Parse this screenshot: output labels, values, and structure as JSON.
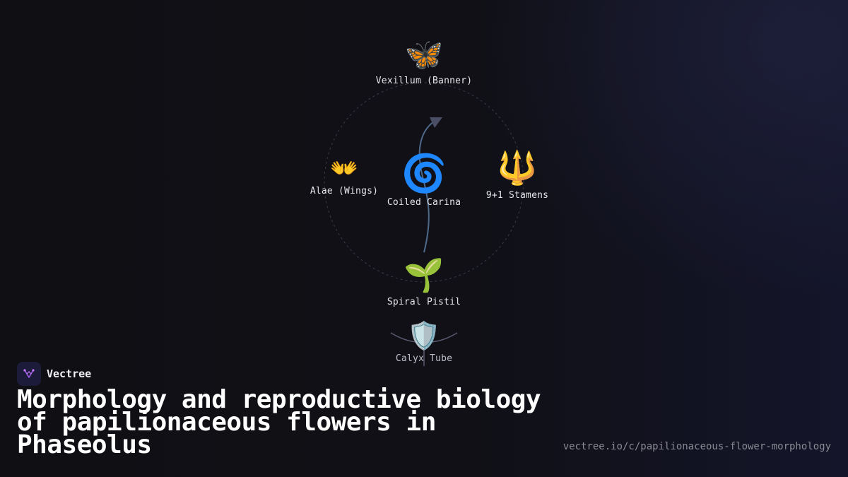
{
  "brand": {
    "name": "Vectree"
  },
  "title": "Morphology and reproductive biology of papilionaceous flowers in Phaseolus",
  "url": "vectree.io/c/papilionaceous-flower-morphology",
  "diagram": {
    "nodes": {
      "banner": {
        "label": "Vexillum (Banner)",
        "icon": "butterfly-icon",
        "glyph": "🦋"
      },
      "wings": {
        "label": "Alae (Wings)",
        "icon": "open-hands-icon",
        "glyph": "👐"
      },
      "carina": {
        "label": "Coiled Carina",
        "icon": "spiral-icon",
        "glyph": "🌀"
      },
      "stamens": {
        "label": "9+1 Stamens",
        "icon": "trident-icon",
        "glyph": "🔱"
      },
      "pistil": {
        "label": "Spiral Pistil",
        "icon": "seedling-icon",
        "glyph": "🌱"
      },
      "calyx": {
        "label": "Calyx Tube",
        "icon": "shield-icon",
        "glyph": "🛡️"
      }
    }
  },
  "colors": {
    "background": "#0f0f14",
    "ring": "#3a3b48",
    "arrow": "#4f6a8a",
    "accent": "#9b5de5"
  }
}
